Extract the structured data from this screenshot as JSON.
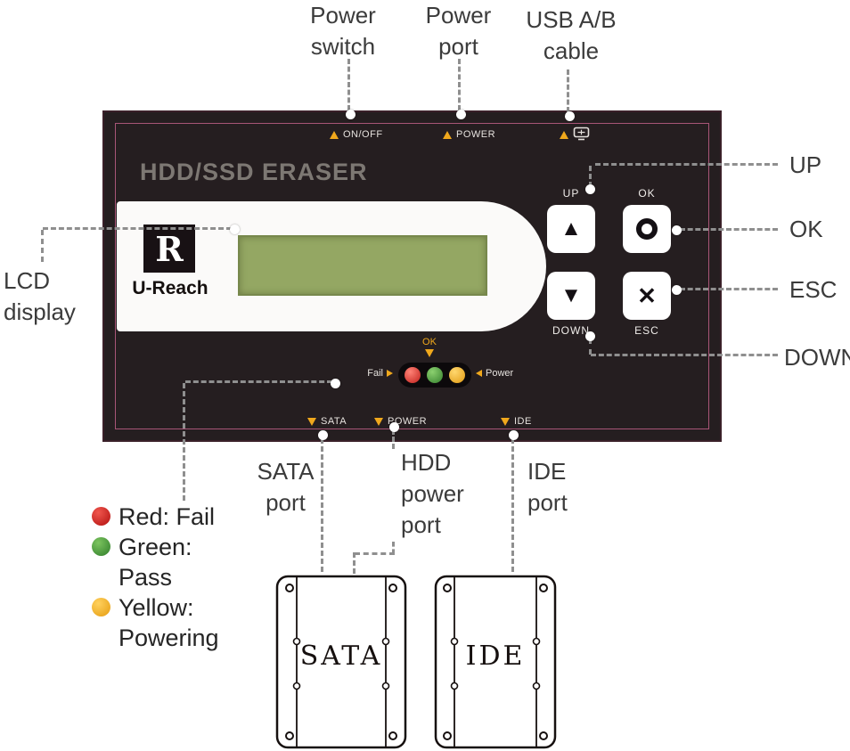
{
  "colors": {
    "device_bg": "#251e20",
    "accent_pink": "#a85577",
    "marker_yellow": "#f0a81c",
    "lcd_green": "#94a763",
    "led_red": "#c1211c",
    "led_green": "#35802e",
    "led_yellow": "#e09a12",
    "dash_gray": "#8f8f8f"
  },
  "callouts": {
    "power_switch": "Power switch",
    "power_port": "Power port",
    "usb_cable": "USB A/B cable",
    "up": "UP",
    "ok": "OK",
    "esc": "ESC",
    "down": "DOWN",
    "lcd": "LCD display",
    "sata_port": "SATA port",
    "hdd_power_port": "HDD power port",
    "ide_port": "IDE port"
  },
  "device": {
    "title": "HDD/SSD ERASER",
    "brand": "U-Reach",
    "logo_letter": "R",
    "top_markers": {
      "onoff": "ON/OFF",
      "power": "POWER"
    },
    "buttons": {
      "up": "UP",
      "ok": "OK",
      "down": "DOWN",
      "esc": "ESC"
    },
    "indicator": {
      "ok": "OK",
      "fail": "Fail",
      "power": "Power"
    },
    "bottom_markers": {
      "sata": "SATA",
      "power": "POWER",
      "ide": "IDE"
    }
  },
  "icons": {
    "usb_marker": "usb-cable-icon",
    "up_button": "triangle-up-icon",
    "down_button": "triangle-down-icon",
    "ok_button": "circle-icon",
    "esc_button": "cross-icon"
  },
  "legend": [
    {
      "color": "#b2100f",
      "label": "Red: Fail"
    },
    {
      "color": "#2f7d2a",
      "label": "Green: Pass"
    },
    {
      "color": "#e59c10",
      "label": "Yellow: Powering"
    }
  ],
  "drives": [
    {
      "label": "SATA"
    },
    {
      "label": "IDE"
    }
  ]
}
